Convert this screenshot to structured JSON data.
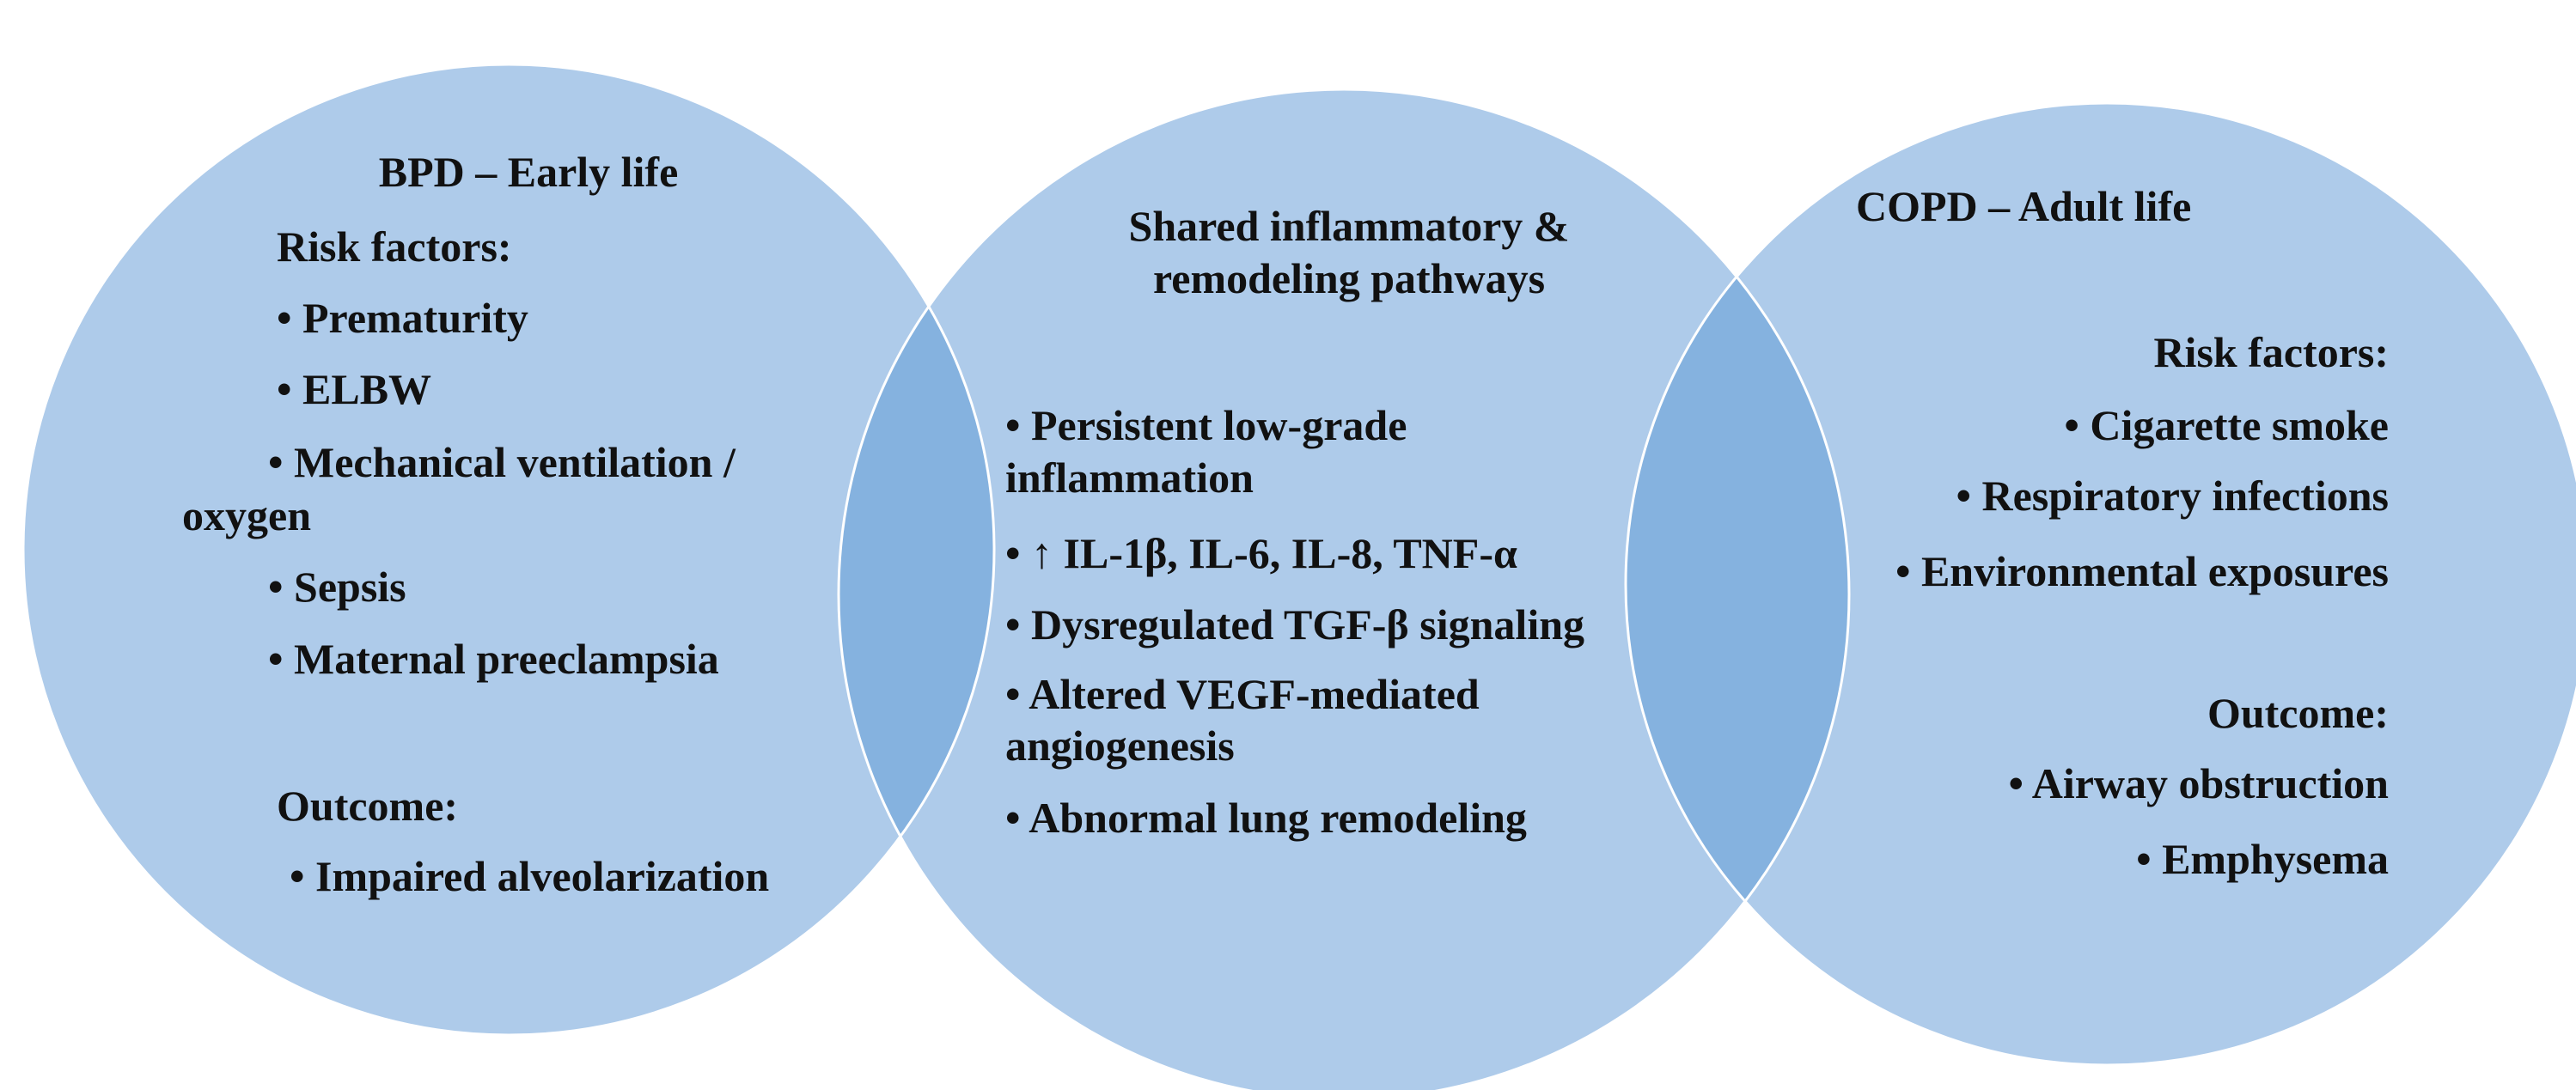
{
  "colors": {
    "circle_fill": "#aecbea",
    "overlap_fill": "#85b2df",
    "circle_stroke": "#ffffff",
    "text": "#111111"
  },
  "left": {
    "title": "BPD – Early life",
    "risk_heading": "Risk factors:",
    "risk_items": [
      "• Prematurity",
      "• ELBW",
      "• Mechanical ventilation /",
      "oxygen",
      "• Sepsis",
      "• Maternal preeclampsia"
    ],
    "outcome_heading": "Outcome:",
    "outcome_items": [
      "• Impaired alveolarization"
    ]
  },
  "center": {
    "title_line1": "Shared inflammatory &",
    "title_line2": "remodeling pathways",
    "items": [
      "• Persistent low-grade",
      "inflammation",
      "• ↑ IL-1β, IL-6, IL-8, TNF-α",
      "• Dysregulated TGF-β signaling",
      "• Altered VEGF-mediated",
      "angiogenesis",
      "• Abnormal lung remodeling"
    ]
  },
  "right": {
    "title": "COPD – Adult life",
    "risk_heading": "Risk factors:",
    "risk_items": [
      "• Cigarette smoke",
      "• Respiratory infections",
      "• Environmental exposures"
    ],
    "outcome_heading": "Outcome:",
    "outcome_items": [
      "• Airway obstruction",
      "• Emphysema"
    ]
  }
}
